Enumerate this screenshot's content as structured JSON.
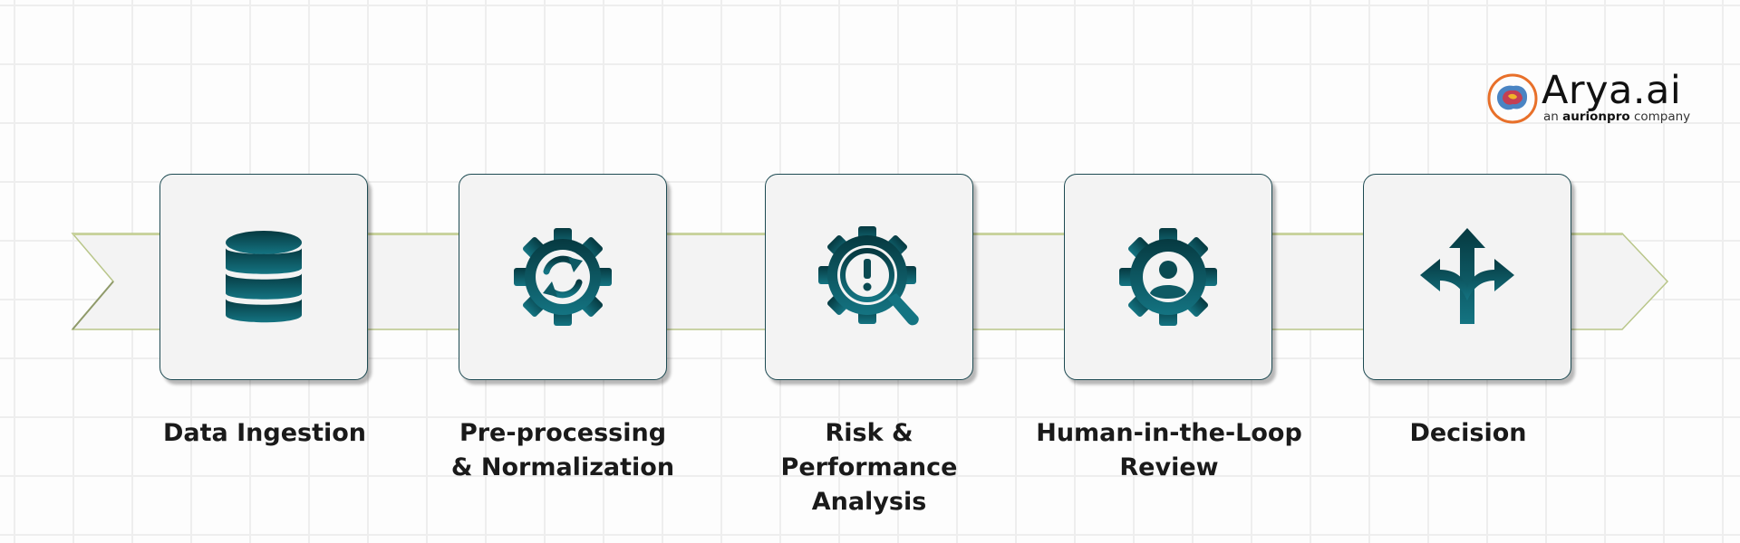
{
  "brand": {
    "name": "Arya.ai",
    "tagline_prefix": "an",
    "tagline_company": "aurionpro",
    "tagline_suffix": "company",
    "logo_colors": [
      "#e8702a",
      "#2a6fb8",
      "#d9323f",
      "#f0b429"
    ]
  },
  "colors": {
    "icon_dark": "#063940",
    "icon_light": "#147482",
    "card_border": "#1d4a52",
    "ribbon_fill": "#f3f3f3",
    "ribbon_edge": "#b9c68a"
  },
  "steps": [
    {
      "label": "Data Ingestion",
      "icon": "database-icon"
    },
    {
      "label": "Pre-processing\n& Normalization",
      "icon": "gear-sync-icon"
    },
    {
      "label": "Risk & Performance\nAnalysis",
      "icon": "gear-alert-search-icon"
    },
    {
      "label": "Human-in-the-Loop\nReview",
      "icon": "gear-person-icon"
    },
    {
      "label": "Decision",
      "icon": "branching-arrows-icon"
    }
  ]
}
